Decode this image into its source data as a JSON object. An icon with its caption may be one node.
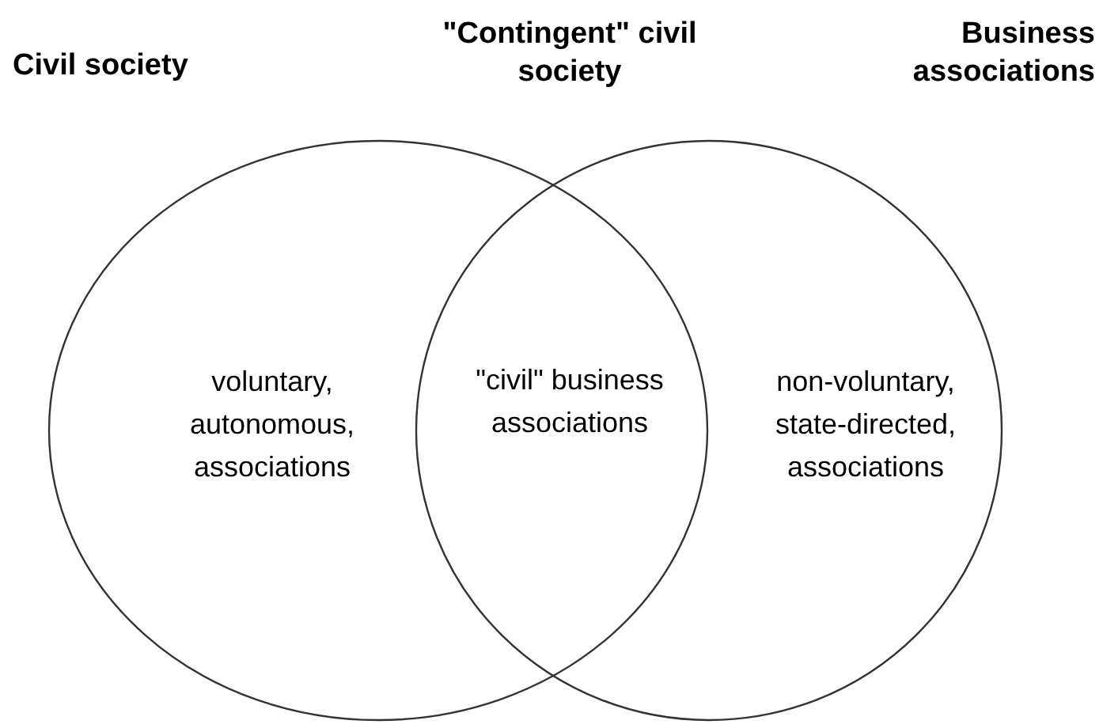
{
  "diagram": {
    "nodes": [
      {
        "text": [
          "Civil society",
          "voluntary, autonomous, associations"
        ]
      },
      {
        "text": [
          "\"Contingent\" civil society",
          "\"civil\" business associations"
        ]
      },
      {
        "text": [
          "Business associations",
          "non-voluntary, state-directed, associations"
        ]
      }
    ]
  }
}
